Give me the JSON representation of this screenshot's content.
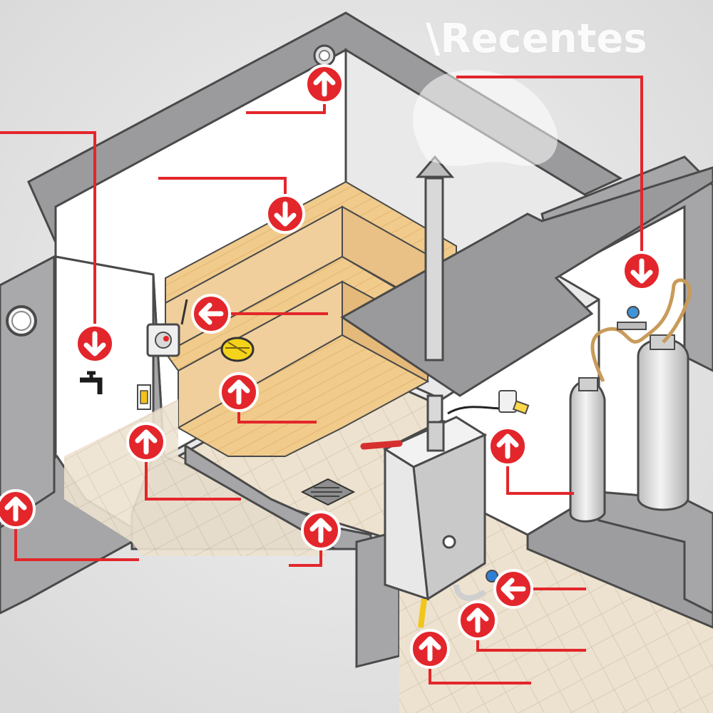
{
  "header": {
    "title": "\\Recentes"
  },
  "palette": {
    "background": "#e4e4e4",
    "wall": "#a6a6a8",
    "wall_inner": "#ffffff",
    "wood": "#efc88a",
    "floor_tile": "#ede2cf",
    "callout_red": "#e3262b",
    "appliance": "#e8e8e8"
  },
  "callouts": [
    {
      "name": "air-vent-callout",
      "direction": "up"
    },
    {
      "name": "bench-callout",
      "direction": "down"
    },
    {
      "name": "door-callout",
      "direction": "down"
    },
    {
      "name": "sensor-callout",
      "direction": "left"
    },
    {
      "name": "lamp-callout",
      "direction": "up"
    },
    {
      "name": "switch-callout",
      "direction": "up"
    },
    {
      "name": "exterior-door-callout",
      "direction": "up"
    },
    {
      "name": "floor-drain-callout",
      "direction": "up"
    },
    {
      "name": "gas-cylinder-callout",
      "direction": "down"
    },
    {
      "name": "power-outlet-callout",
      "direction": "up"
    },
    {
      "name": "valve-callout",
      "direction": "left"
    },
    {
      "name": "water-inlet-callout",
      "direction": "up"
    },
    {
      "name": "gas-inlet-callout",
      "direction": "up"
    }
  ]
}
